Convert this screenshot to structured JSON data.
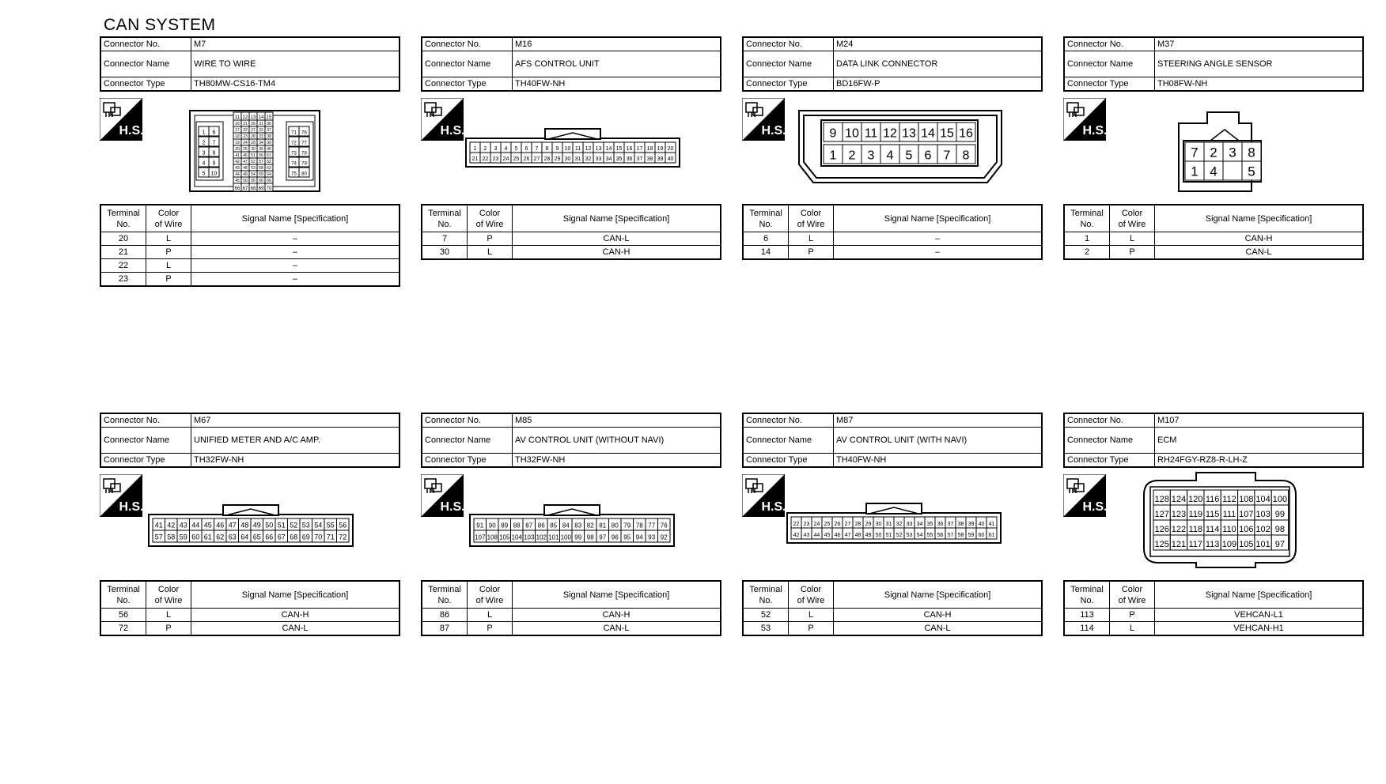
{
  "page_title": "CAN SYSTEM",
  "labels": {
    "connector_no": "Connector No.",
    "connector_name": "Connector Name",
    "connector_type": "Connector Type",
    "hs": "H.S.",
    "terminal_no_line1": "Terminal",
    "terminal_no_line2": "No.",
    "color_line1": "Color",
    "color_line2": "of Wire",
    "signal_name": "Signal Name [Specification]"
  },
  "connectors": [
    {
      "no": "M7",
      "name": "WIRE TO WIRE",
      "type": "TH80MW-CS16-TM4",
      "rows": [
        {
          "t": "20",
          "c": "L",
          "s": "–"
        },
        {
          "t": "21",
          "c": "P",
          "s": "–"
        },
        {
          "t": "22",
          "c": "L",
          "s": "–"
        },
        {
          "t": "23",
          "c": "P",
          "s": "–"
        }
      ]
    },
    {
      "no": "M16",
      "name": "AFS CONTROL UNIT",
      "type": "TH40FW-NH",
      "rows": [
        {
          "t": "7",
          "c": "P",
          "s": "CAN-L"
        },
        {
          "t": "30",
          "c": "L",
          "s": "CAN-H"
        }
      ]
    },
    {
      "no": "M24",
      "name": "DATA LINK CONNECTOR",
      "type": "BD16FW-P",
      "rows": [
        {
          "t": "6",
          "c": "L",
          "s": "–"
        },
        {
          "t": "14",
          "c": "P",
          "s": "–"
        }
      ]
    },
    {
      "no": "M37",
      "name": "STEERING ANGLE SENSOR",
      "type": "TH08FW-NH",
      "rows": [
        {
          "t": "1",
          "c": "L",
          "s": "CAN-H"
        },
        {
          "t": "2",
          "c": "P",
          "s": "CAN-L"
        }
      ]
    },
    {
      "no": "M67",
      "name": "UNIFIED METER AND A/C AMP.",
      "type": "TH32FW-NH",
      "rows": [
        {
          "t": "56",
          "c": "L",
          "s": "CAN-H"
        },
        {
          "t": "72",
          "c": "P",
          "s": "CAN-L"
        }
      ]
    },
    {
      "no": "M85",
      "name": "AV CONTROL UNIT (WITHOUT NAVI)",
      "type": "TH32FW-NH",
      "rows": [
        {
          "t": "86",
          "c": "L",
          "s": "CAN-H"
        },
        {
          "t": "87",
          "c": "P",
          "s": "CAN-L"
        }
      ]
    },
    {
      "no": "M87",
      "name": "AV CONTROL UNIT (WITH NAVI)",
      "type": "TH40FW-NH",
      "rows": [
        {
          "t": "52",
          "c": "L",
          "s": "CAN-H"
        },
        {
          "t": "53",
          "c": "P",
          "s": "CAN-L"
        }
      ]
    },
    {
      "no": "M107",
      "name": "ECM",
      "type": "RH24FGY-RZ8-R-LH-Z",
      "rows": [
        {
          "t": "113",
          "c": "P",
          "s": "VEHCAN-L1"
        },
        {
          "t": "114",
          "c": "L",
          "s": "VEHCAN-H1"
        }
      ]
    }
  ],
  "pinouts": {
    "m16": {
      "top": [
        "1",
        "2",
        "3",
        "4",
        "5",
        "6",
        "7",
        "8",
        "9",
        "10",
        "11",
        "12",
        "13",
        "14",
        "15",
        "16",
        "17",
        "18",
        "19",
        "20"
      ],
      "bottom": [
        "21",
        "22",
        "23",
        "24",
        "25",
        "26",
        "27",
        "28",
        "29",
        "30",
        "31",
        "32",
        "33",
        "34",
        "35",
        "36",
        "37",
        "38",
        "39",
        "40"
      ]
    },
    "m24": {
      "top": [
        "9",
        "10",
        "11",
        "12",
        "13",
        "14",
        "15",
        "16"
      ],
      "bottom": [
        "1",
        "2",
        "3",
        "4",
        "5",
        "6",
        "7",
        "8"
      ]
    },
    "m37": {
      "top": [
        "7",
        "2",
        "3",
        "8"
      ],
      "bottom": [
        "1",
        "4",
        "",
        "5"
      ]
    },
    "m67": {
      "top": [
        "41",
        "42",
        "43",
        "44",
        "45",
        "46",
        "47",
        "48",
        "49",
        "50",
        "51",
        "52",
        "53",
        "54",
        "55",
        "56"
      ],
      "bottom": [
        "57",
        "58",
        "59",
        "60",
        "61",
        "62",
        "63",
        "64",
        "65",
        "66",
        "67",
        "68",
        "69",
        "70",
        "71",
        "72"
      ]
    },
    "m85": {
      "top": [
        "91",
        "90",
        "89",
        "88",
        "87",
        "86",
        "85",
        "84",
        "83",
        "82",
        "81",
        "80",
        "79",
        "78",
        "77",
        "76"
      ],
      "bottom": [
        "107",
        "108",
        "105",
        "104",
        "103",
        "102",
        "101",
        "100",
        "99",
        "98",
        "97",
        "96",
        "95",
        "94",
        "93",
        "92"
      ]
    },
    "m87": {
      "top": [
        "22",
        "23",
        "24",
        "25",
        "26",
        "27",
        "28",
        "29",
        "30",
        "31",
        "32",
        "33",
        "34",
        "35",
        "36",
        "37",
        "38",
        "39",
        "40",
        "41"
      ],
      "bottom": [
        "42",
        "43",
        "44",
        "45",
        "46",
        "47",
        "48",
        "49",
        "50",
        "51",
        "52",
        "53",
        "54",
        "55",
        "56",
        "57",
        "58",
        "59",
        "60",
        "61"
      ]
    },
    "m107": {
      "rows": [
        [
          "128",
          "124",
          "120",
          "116",
          "112",
          "108",
          "104",
          "100"
        ],
        [
          "127",
          "123",
          "119",
          "115",
          "111",
          "107",
          "103",
          "99"
        ],
        [
          "126",
          "122",
          "118",
          "114",
          "110",
          "106",
          "102",
          "98"
        ],
        [
          "125",
          "121",
          "117",
          "113",
          "109",
          "105",
          "101",
          "97"
        ]
      ]
    },
    "m7": {
      "left": [
        [
          "1",
          "6"
        ],
        [
          "2",
          "7"
        ],
        [
          "3",
          "8"
        ],
        [
          "4",
          "9"
        ],
        [
          "5",
          "10"
        ]
      ],
      "mid_top": [
        "11",
        "12",
        "13",
        "14",
        "15"
      ],
      "mid": [
        [
          "16",
          "21",
          "26",
          "31",
          "36"
        ],
        [
          "17",
          "22",
          "27",
          "32",
          "37"
        ],
        [
          "18",
          "23",
          "28",
          "33",
          "38"
        ],
        [
          "19",
          "24",
          "29",
          "34",
          "39"
        ],
        [
          "20",
          "25",
          "30",
          "35",
          "40"
        ],
        [
          "41",
          "46",
          "51",
          "56",
          "61"
        ],
        [
          "42",
          "47",
          "52",
          "57",
          "62"
        ],
        [
          "43",
          "48",
          "53",
          "58",
          "63"
        ],
        [
          "44",
          "49",
          "54",
          "59",
          "64"
        ],
        [
          "45",
          "50",
          "55",
          "60",
          "65"
        ]
      ],
      "mid_bottom": [
        "66",
        "67",
        "68",
        "69",
        "70"
      ],
      "right": [
        [
          "71",
          "76"
        ],
        [
          "72",
          "77"
        ],
        [
          "73",
          "78"
        ],
        [
          "74",
          "79"
        ],
        [
          "75",
          "80"
        ]
      ]
    }
  }
}
